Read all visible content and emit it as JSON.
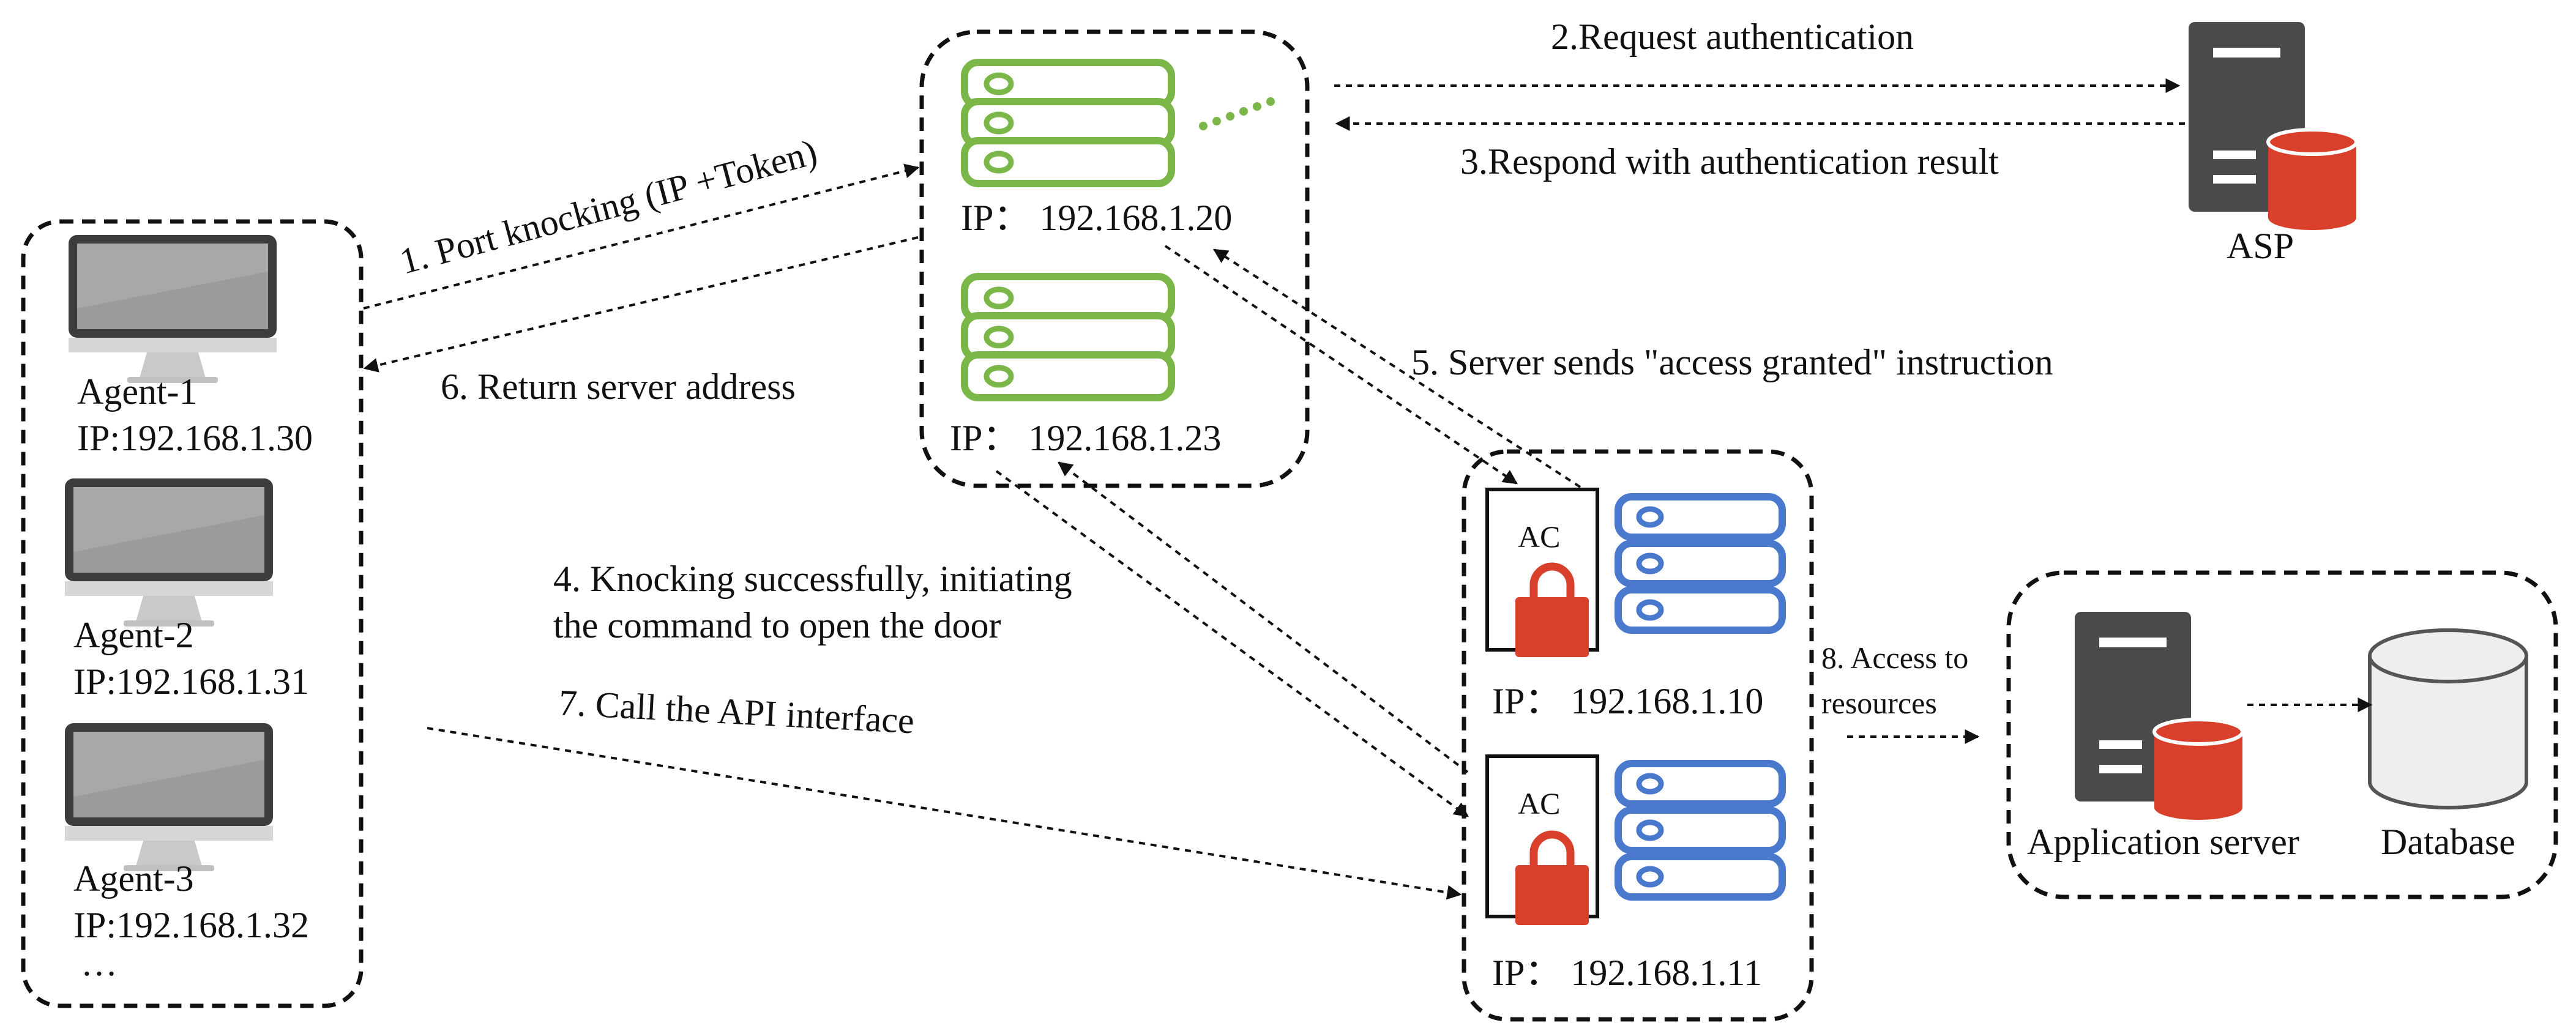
{
  "agents": [
    {
      "name": "Agent-1",
      "ip": "IP:192.168.1.30"
    },
    {
      "name": "Agent-2",
      "ip": "IP:192.168.1.31"
    },
    {
      "name": "Agent-3",
      "ip": "IP:192.168.1.32"
    }
  ],
  "agents_more": "…",
  "spa_servers": [
    {
      "ip": "IP：  192.168.1.20"
    },
    {
      "ip": "IP：  192.168.1.23"
    }
  ],
  "asp_label": "ASP",
  "ac_servers": [
    {
      "ac_label": "AC",
      "ip": "IP：  192.168.1.10"
    },
    {
      "ac_label": "AC",
      "ip": "IP：  192.168.1.11"
    }
  ],
  "resources": {
    "app_server": "Application server",
    "database": "Database"
  },
  "steps": {
    "s1": "1. Port knocking (IP +Token)",
    "s2": "2.Request authentication",
    "s3": "3.Respond with authentication result",
    "s4_line1": "4. Knocking successfully, initiating",
    "s4_line2": "the command to open the door",
    "s5": "5. Server sends \"access granted\" instruction",
    "s6": "6. Return server address",
    "s7": "7. Call the API interface",
    "s8_line1": "8. Access to",
    "s8_line2": "resources"
  },
  "colors": {
    "spa_server_green": "#7ab648",
    "ac_server_blue": "#4a78cc",
    "lock_red": "#d9402b",
    "dark_server_gray": "#4a4a4a",
    "monitor_gray": "#6f6f6f"
  }
}
